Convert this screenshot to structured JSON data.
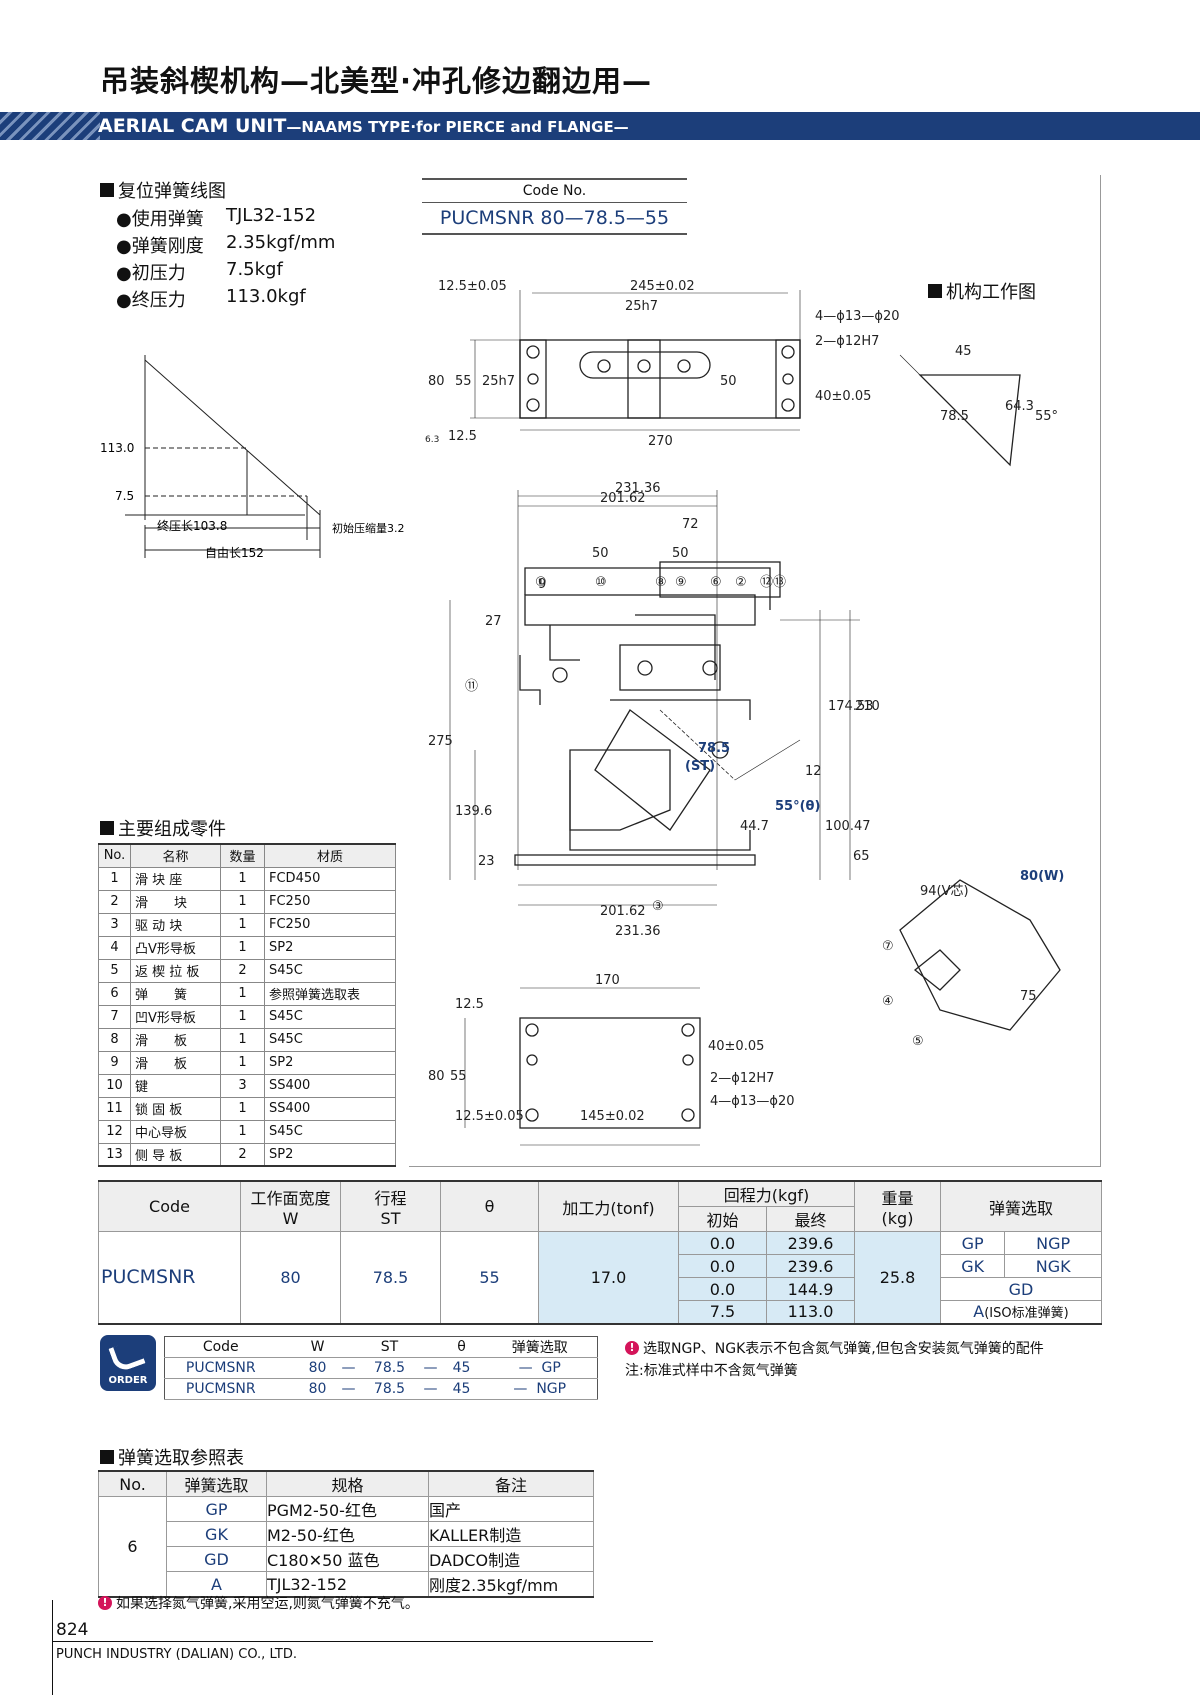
{
  "header": {
    "title_cn": "吊装斜楔机构—北美型·冲孔修边翻边用—",
    "title_en_main": "AERIAL CAM UNIT",
    "title_en_sub": "—NAAMS TYPE·for PIERCE and FLANGE—"
  },
  "spring_chart": {
    "section_title": "复位弹簧线图",
    "specs": [
      {
        "key": "●使用弹簧",
        "value": "TJL32-152"
      },
      {
        "key": "●弹簧刚度",
        "value": "2.35kgf/mm"
      },
      {
        "key": "●初压力",
        "value": "7.5kgf"
      },
      {
        "key": "●终压力",
        "value": "113.0kgf"
      }
    ],
    "y_labels": [
      "113.0",
      "7.5"
    ],
    "final_len": "终压长103.8",
    "initial_comp": "初始压缩量3.2",
    "free_len": "自由长152"
  },
  "code_box": {
    "label": "Code No.",
    "value": "PUCMSNR 80—78.5—55"
  },
  "drawing": {
    "work_title": "机构工作图",
    "dims_top": [
      "12.5±0.05",
      "245±0.02",
      "25h7",
      "4—ϕ13—ϕ20",
      "2—ϕ12H7",
      "80",
      "55",
      "25h7",
      "50",
      "40±0.05",
      "12.5",
      "270",
      "6.3"
    ],
    "dims_side": [
      "231.36",
      "201.62",
      "72",
      "50",
      "50",
      "27",
      "9",
      "275",
      "174.53",
      "210",
      "139.6",
      "23",
      "100.47",
      "65",
      "12",
      "44.7",
      "201.62",
      "231.36"
    ],
    "side_st": "78.5",
    "side_st_lbl": "(ST)",
    "side_angle": "55°(θ)",
    "callouts": [
      "①",
      "⑩",
      "⑧",
      "⑨",
      "⑥",
      "②",
      "⑫⑬",
      "⑪",
      "③"
    ],
    "dims_bottom": [
      "12.5",
      "170",
      "80",
      "55",
      "40±0.05",
      "2—ϕ12H7",
      "4—ϕ13—ϕ20",
      "12.5±0.05",
      "145±0.02"
    ],
    "work_dims": [
      "45",
      "78.5",
      "64.3",
      "55°"
    ],
    "detail_dims": [
      "94(V芯)",
      "80(W)",
      "75"
    ],
    "detail_callouts": [
      "⑦",
      "④",
      "⑤"
    ]
  },
  "parts": {
    "section_title": "主要组成零件",
    "headers": [
      "No.",
      "名称",
      "数量",
      "材质"
    ],
    "rows": [
      [
        "1",
        "滑 块 座",
        "1",
        "FCD450"
      ],
      [
        "2",
        "滑　　块",
        "1",
        "FC250"
      ],
      [
        "3",
        "驱 动 块",
        "1",
        "FC250"
      ],
      [
        "4",
        "凸V形导板",
        "1",
        "SP2"
      ],
      [
        "5",
        "返 楔 拉 板",
        "2",
        "S45C"
      ],
      [
        "6",
        "弹　　簧",
        "1",
        "参照弹簧选取表"
      ],
      [
        "7",
        "凹V形导板",
        "1",
        "S45C"
      ],
      [
        "8",
        "滑　　板",
        "1",
        "S45C"
      ],
      [
        "9",
        "滑　　板",
        "1",
        "SP2"
      ],
      [
        "10",
        "键",
        "3",
        "SS400"
      ],
      [
        "11",
        "锁 固 板",
        "1",
        "SS400"
      ],
      [
        "12",
        "中心导板",
        "1",
        "S45C"
      ],
      [
        "13",
        "侧 导 板",
        "2",
        "SP2"
      ]
    ]
  },
  "spec_table": {
    "headers": {
      "code": "Code",
      "w1": "工作面宽度",
      "w2": "W",
      "st1": "行程",
      "st2": "ST",
      "theta": "θ",
      "force": "加工力(tonf)",
      "ret": "回程力(kgf)",
      "ret_a": "初始",
      "ret_b": "最终",
      "wt1": "重量",
      "wt2": "(kg)",
      "spring": "弹簧选取"
    },
    "code": "PUCMSNR",
    "w": "80",
    "st": "78.5",
    "theta": "55",
    "force": "17.0",
    "weight": "25.8",
    "rows": [
      {
        "a": "0.0",
        "b": "239.6",
        "s1": "GP",
        "s2": "NGP"
      },
      {
        "a": "0.0",
        "b": "239.6",
        "s1": "GK",
        "s2": "NGK"
      },
      {
        "a": "0.0",
        "b": "144.9",
        "s1": "GD",
        "s2": ""
      },
      {
        "a": "7.5",
        "b": "113.0",
        "s1": "A",
        "s2": "(ISO标准弹簧)"
      }
    ]
  },
  "order": {
    "badge": "ORDER",
    "headers": [
      "Code",
      "W",
      "ST",
      "θ",
      "弹簧选取"
    ],
    "rows": [
      [
        "PUCMSNR",
        "80",
        "—",
        "78.5",
        "—",
        "45",
        "—",
        "GP"
      ],
      [
        "PUCMSNR",
        "80",
        "—",
        "78.5",
        "—",
        "45",
        "—",
        "NGP"
      ]
    ],
    "note1": "选取NGP、NGK表示不包含氮气弹簧,但包含安装氮气弹簧的配件",
    "note2": "注:标准式样中不含氮气弹簧"
  },
  "spring_ref": {
    "section_title": "弹簧选取参照表",
    "headers": [
      "No.",
      "弹簧选取",
      "规格",
      "备注"
    ],
    "no": "6",
    "rows": [
      [
        "GP",
        "PGM2-50-红色",
        "国产"
      ],
      [
        "GK",
        "M2-50-红色",
        "KALLER制造"
      ],
      [
        "GD",
        "C180✕50 蓝色",
        "DADCO制造"
      ],
      [
        "A",
        "TJL32-152",
        "刚度2.35kgf/mm"
      ]
    ],
    "note": "如果选择氮气弹簧,采用空运,则氮气弹簧不充气。"
  },
  "footer": {
    "page": "824",
    "company": "PUNCH INDUSTRY (DALIAN) CO., LTD."
  }
}
